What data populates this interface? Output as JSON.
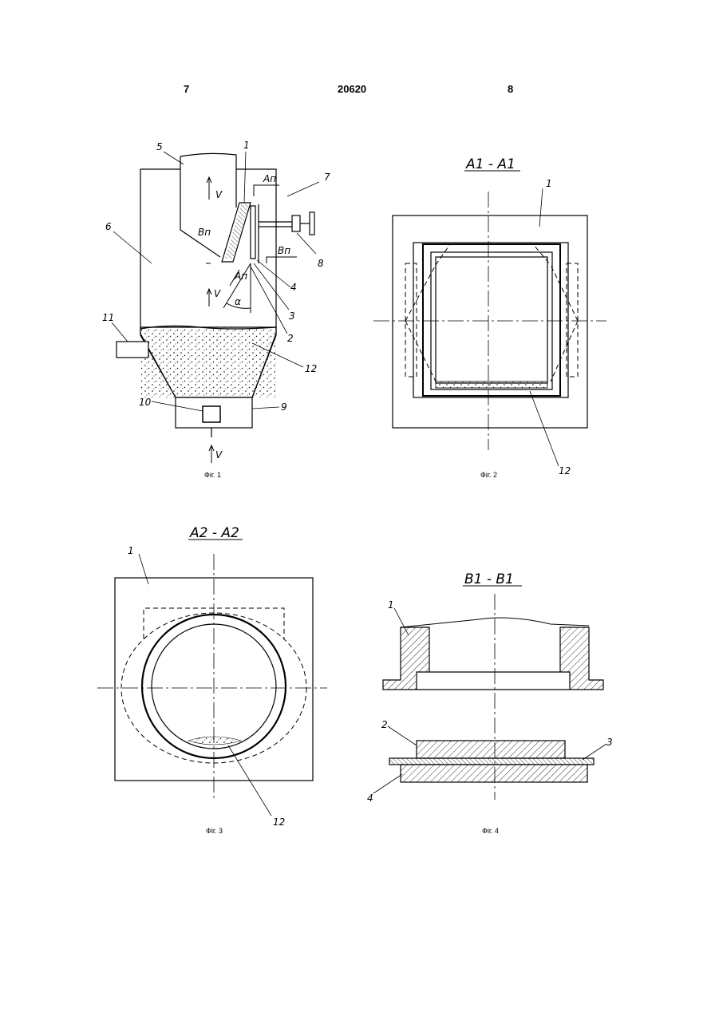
{
  "header": {
    "left_page": "7",
    "patent_number": "20620",
    "right_page": "8"
  },
  "fig1": {
    "caption": "Фіг. 1",
    "labels": {
      "l5": "5",
      "l1": "1",
      "l7": "7",
      "l6": "6",
      "lAn_top": "Aп",
      "lBn_left": "Bп",
      "lBn_right": "Bп",
      "l8": "8",
      "lAn_low": "Aп",
      "l4": "4",
      "l3": "3",
      "l2": "2",
      "lalpha": "α",
      "l11": "11",
      "l12": "12",
      "l10": "10",
      "l9": "9",
      "lV1": "V",
      "lV2": "V",
      "lV3": "V"
    }
  },
  "fig2": {
    "caption": "Фіг. 2",
    "section": "A1 - A1",
    "l1": "1",
    "l12": "12"
  },
  "fig3": {
    "caption": "Фіг. 3",
    "section": "A2 - A2",
    "l1": "1",
    "l12": "12"
  },
  "fig4": {
    "caption": "Фіг. 4",
    "section": "B1 - B1",
    "l1": "1",
    "l2": "2",
    "l3": "3",
    "l4": "4"
  }
}
